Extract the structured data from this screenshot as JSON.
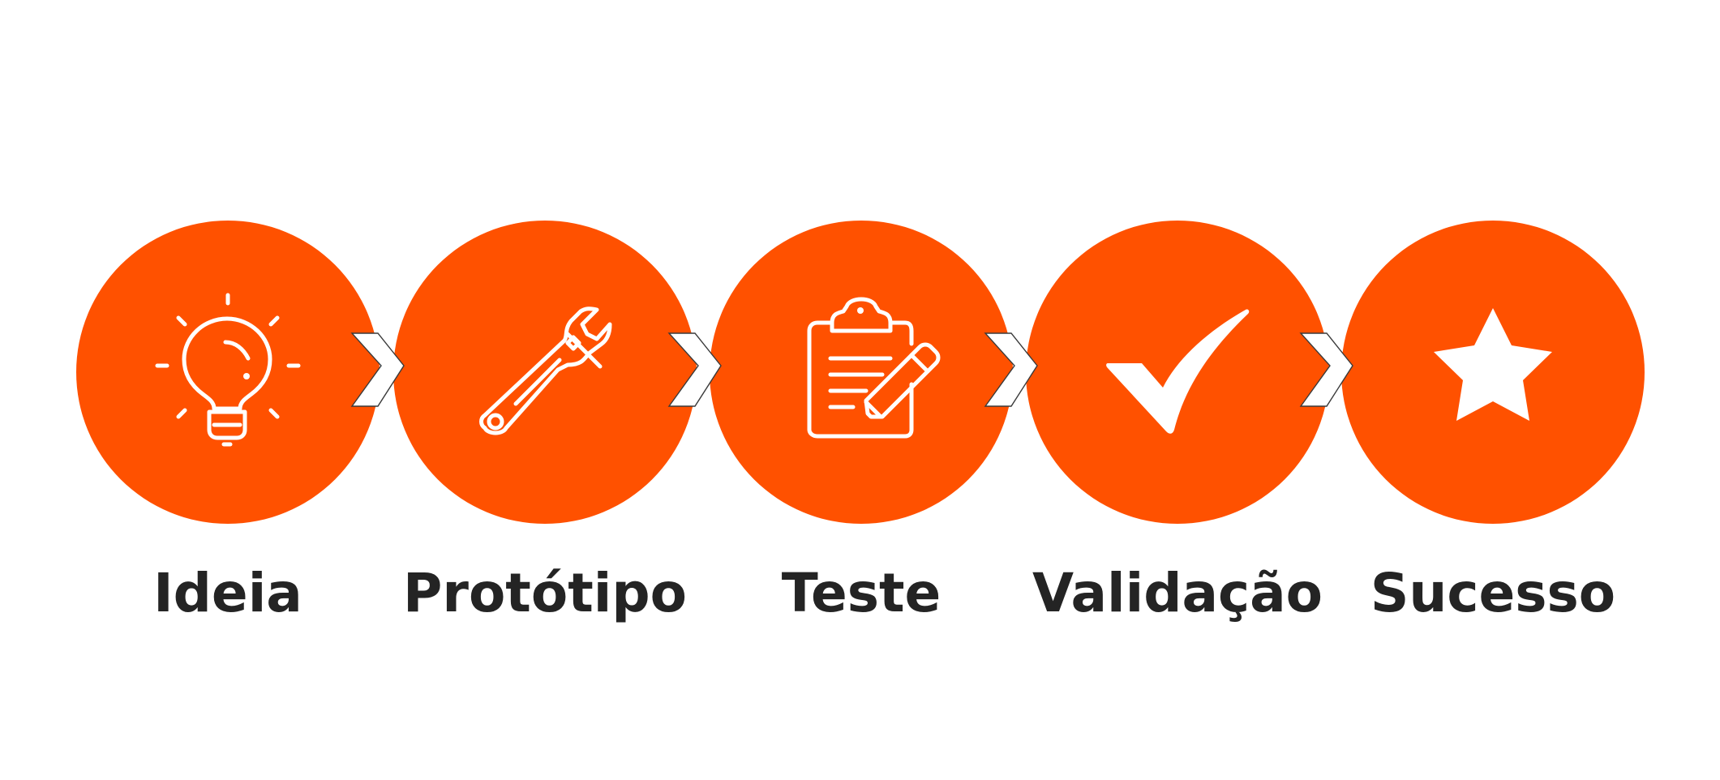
{
  "diagram": {
    "accent_color": "#ff5100",
    "steps": [
      {
        "label": "Ideia",
        "icon": "lightbulb-icon"
      },
      {
        "label": "Protótipo",
        "icon": "wrench-icon"
      },
      {
        "label": "Teste",
        "icon": "clipboard-pencil-icon"
      },
      {
        "label": "Validação",
        "icon": "checkmark-icon"
      },
      {
        "label": "Sucesso",
        "icon": "star-icon"
      }
    ]
  }
}
